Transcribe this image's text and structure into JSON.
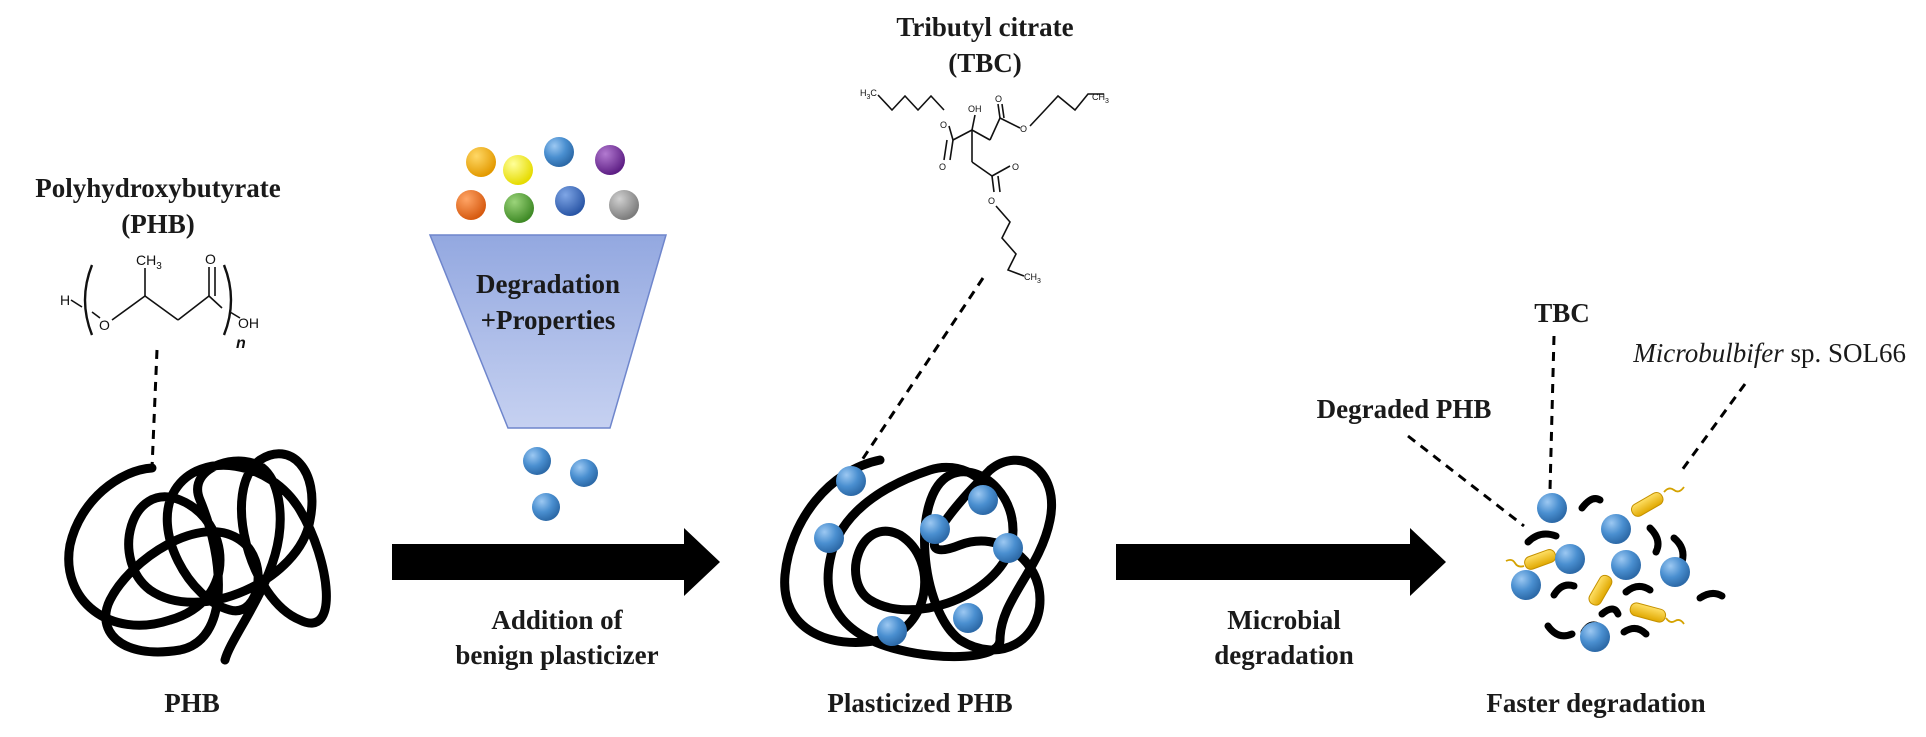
{
  "labels": {
    "phb_name": "Polyhydroxybutyrate",
    "phb_abbr": "(PHB)",
    "tbc_name": "Tributyl citrate",
    "tbc_abbr": "(TBC)",
    "funnel_line1": "Degradation",
    "funnel_line2": "+Properties",
    "arrow1_line1": "Addition of",
    "arrow1_line2": "benign plasticizer",
    "arrow2_line1": "Microbial",
    "arrow2_line2": "degradation",
    "phb_caption": "PHB",
    "plasticized_caption": "Plasticized PHB",
    "faster_caption": "Faster degradation",
    "degraded_phb": "Degraded PHB",
    "tbc_short": "TBC",
    "microbe_italic": "Microbulbifer",
    "microbe_rest": " sp. SOL66"
  },
  "phb_structure": {
    "h": "H",
    "o": "O",
    "ch3": "CH",
    "ch3_sub": "3",
    "carbonyl_o": "O",
    "oh": "OH",
    "n": "n"
  },
  "tbc_structure": {
    "h3c": "H",
    "h3c_sub": "3",
    "h3c_c": "C",
    "oh": "OH",
    "o": "O",
    "ch3": "CH",
    "ch3_sub": "3"
  },
  "colors": {
    "ball_blue": "#4a8fd0",
    "orange_yellow": "#f5a800",
    "yellow": "#f5f000",
    "purple": "#7a2fa0",
    "orange": "#e86c1e",
    "green": "#5aa83a",
    "dark_blue": "#3a6ec0",
    "gray": "#9a9a9a",
    "funnel": "#a9b9e6",
    "microbe": "#f5c518"
  }
}
